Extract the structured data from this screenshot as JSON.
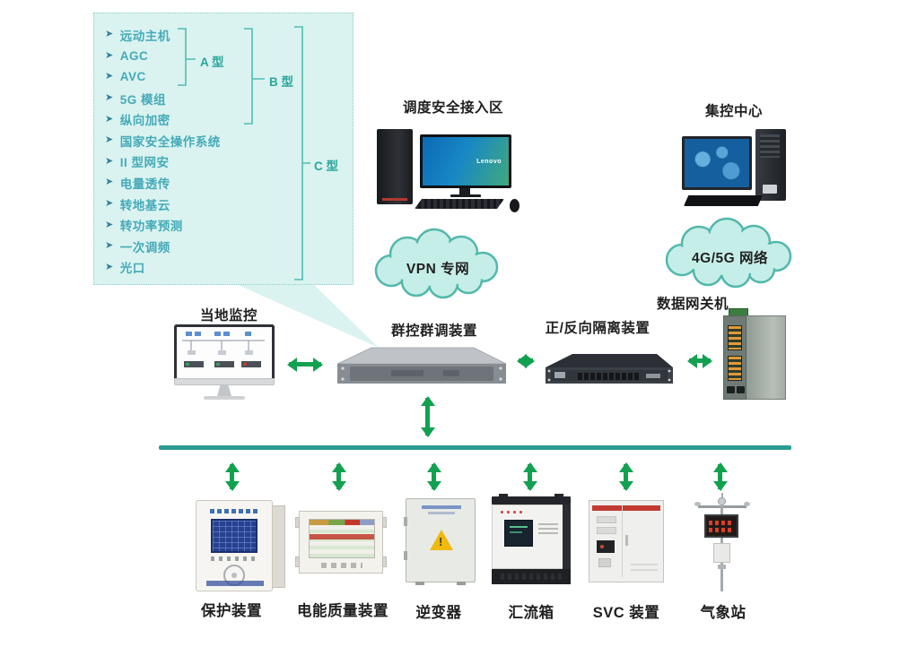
{
  "callout": {
    "bullet": "➤",
    "items": [
      "远动主机",
      "AGC",
      "AVC",
      "5G 模组",
      "纵向加密",
      "国家安全操作系统",
      "II 型网安",
      "电量透传",
      "转地基云",
      "转功率预测",
      "一次调频",
      "光口"
    ],
    "groups": [
      {
        "label": "A 型"
      },
      {
        "label": "B 型"
      },
      {
        "label": "C 型"
      }
    ]
  },
  "nodes": {
    "dispatch": {
      "label": "调度安全接入区",
      "screen_brand": "Lenovo"
    },
    "control_center": {
      "label": "集控中心"
    },
    "vpn_cloud": {
      "label": "VPN 专网"
    },
    "cellular_cloud": {
      "label": "4G/5G 网络"
    },
    "data_gateway": {
      "label": "数据网关机"
    },
    "local_monitor": {
      "label": "当地监控"
    },
    "group_controller": {
      "label": "群控群调装置"
    },
    "isolation_device": {
      "label": "正/反向隔离装置"
    }
  },
  "field_devices": [
    {
      "label": "保护装置"
    },
    {
      "label": "电能质量装置"
    },
    {
      "label": "逆变器"
    },
    {
      "label": "汇流箱"
    },
    {
      "label": "SVC 装置"
    },
    {
      "label": "气象站"
    }
  ],
  "colors": {
    "arrow_green": "#12a150",
    "bus_teal": "#2b9c90",
    "callout_bg": "#daf3f0",
    "callout_border": "#86d3ca",
    "callout_text": "#46aab8",
    "cloud_fill": "#c6eee8",
    "cloud_stroke": "#52b8ac"
  }
}
